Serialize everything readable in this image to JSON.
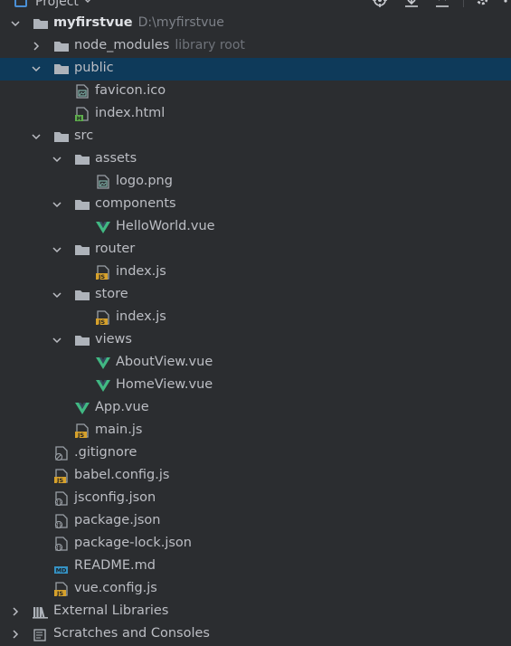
{
  "header": {
    "title": "Project"
  },
  "tree": [
    {
      "label": "myfirstvue",
      "hint": "D:\\myfirstvue",
      "icon": "folder-icon",
      "level": 0,
      "expanded": true
    },
    {
      "label": "node_modules",
      "hint": "library root",
      "icon": "folder-icon",
      "level": 1,
      "expanded": false
    },
    {
      "label": "public",
      "icon": "folder-icon",
      "level": 1,
      "expanded": true,
      "selected": true
    },
    {
      "label": "favicon.ico",
      "icon": "image-file-icon",
      "level": 2
    },
    {
      "label": "index.html",
      "icon": "html-file-icon",
      "level": 2
    },
    {
      "label": "src",
      "icon": "folder-icon",
      "level": 1,
      "expanded": true
    },
    {
      "label": "assets",
      "icon": "folder-icon",
      "level": 2,
      "expanded": true
    },
    {
      "label": "logo.png",
      "icon": "image-file-icon",
      "level": 3
    },
    {
      "label": "components",
      "icon": "folder-icon",
      "level": 2,
      "expanded": true
    },
    {
      "label": "HelloWorld.vue",
      "icon": "vue-file-icon",
      "level": 3
    },
    {
      "label": "router",
      "icon": "folder-icon",
      "level": 2,
      "expanded": true
    },
    {
      "label": "index.js",
      "icon": "js-file-icon",
      "level": 3
    },
    {
      "label": "store",
      "icon": "folder-icon",
      "level": 2,
      "expanded": true
    },
    {
      "label": "index.js",
      "icon": "js-file-icon",
      "level": 3
    },
    {
      "label": "views",
      "icon": "folder-icon",
      "level": 2,
      "expanded": true
    },
    {
      "label": "AboutView.vue",
      "icon": "vue-file-icon",
      "level": 3
    },
    {
      "label": "HomeView.vue",
      "icon": "vue-file-icon",
      "level": 3
    },
    {
      "label": "App.vue",
      "icon": "vue-file-icon",
      "level": 2
    },
    {
      "label": "main.js",
      "icon": "js-file-icon",
      "level": 2
    },
    {
      "label": ".gitignore",
      "icon": "gitignore-file-icon",
      "level": 1
    },
    {
      "label": "babel.config.js",
      "icon": "js-file-icon",
      "level": 1
    },
    {
      "label": "jsconfig.json",
      "icon": "json-file-icon",
      "level": 1
    },
    {
      "label": "package.json",
      "icon": "json-file-icon",
      "level": 1
    },
    {
      "label": "package-lock.json",
      "icon": "json-file-icon",
      "level": 1
    },
    {
      "label": "README.md",
      "icon": "markdown-file-icon",
      "level": 1
    },
    {
      "label": "vue.config.js",
      "icon": "js-file-icon",
      "level": 1
    },
    {
      "label": "External Libraries",
      "icon": "libraries-icon",
      "level": 0,
      "expanded": false
    },
    {
      "label": "Scratches and Consoles",
      "icon": "scratches-icon",
      "level": 0,
      "expanded": false
    }
  ],
  "colors": {
    "background": "#2b2d30",
    "selection": "#0e3a5a",
    "text": "#bcbec4",
    "hint": "#6f737a",
    "vue_green": "#41b883",
    "js_yellow": "#d6a12c",
    "html_green": "#5fb04d",
    "markdown_blue": "#3592c4"
  }
}
